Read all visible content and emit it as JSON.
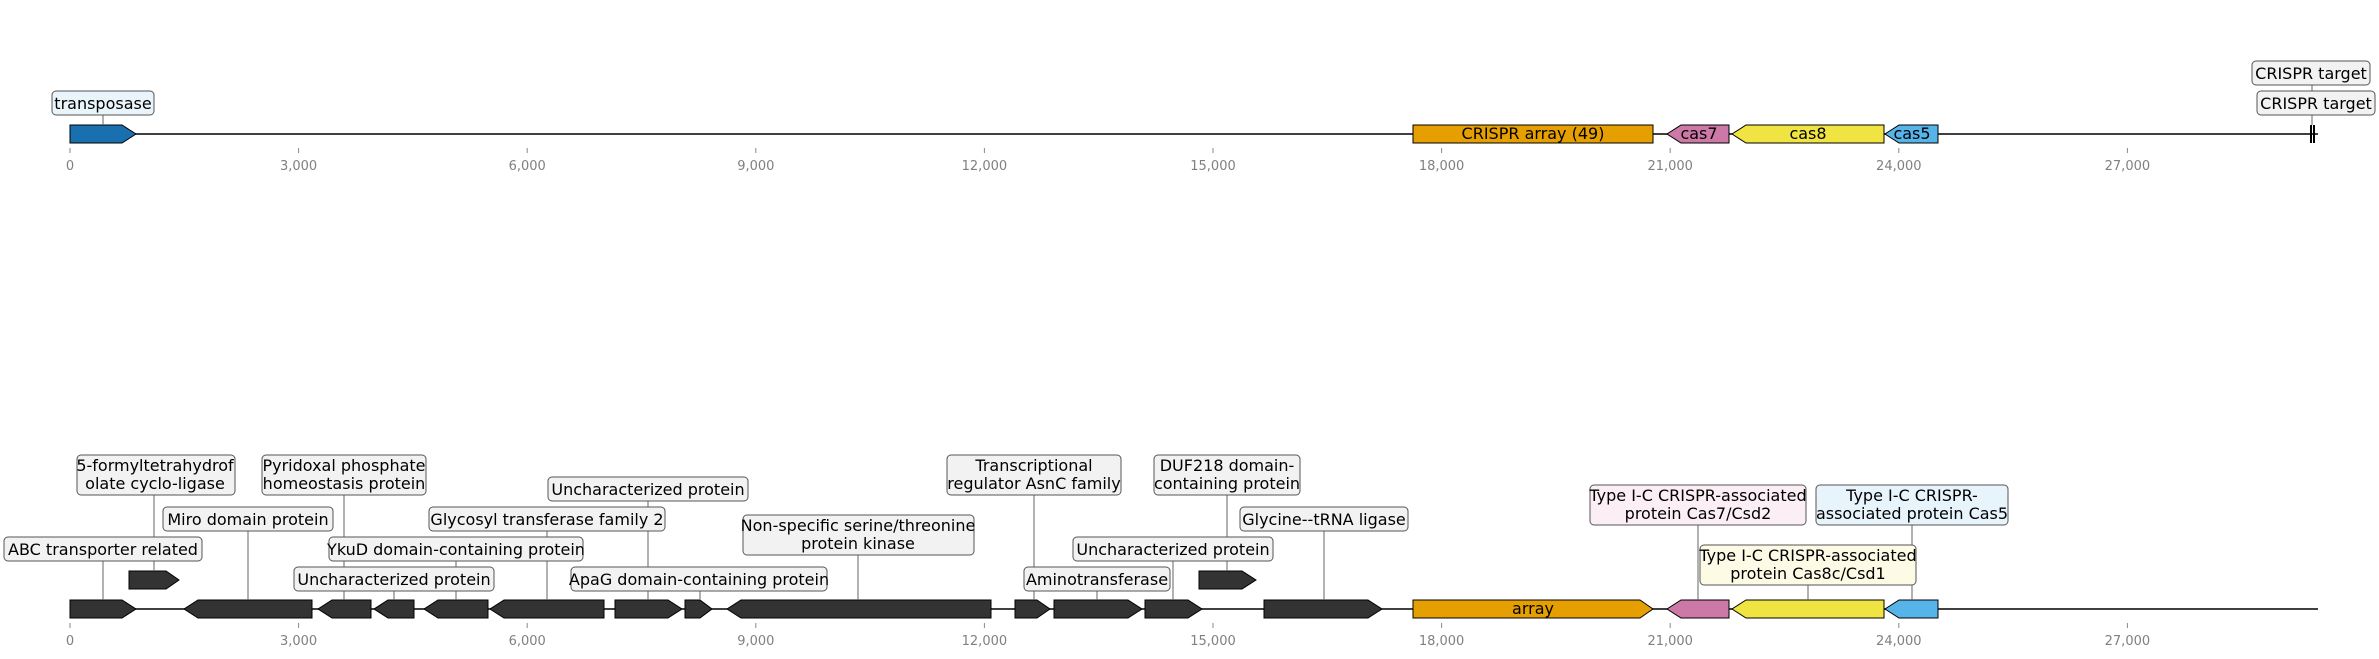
{
  "colors": {
    "dark_gene": "#333333",
    "transposase": "#1a6fae",
    "array": "#e69f00",
    "cas7": "#cc79a7",
    "cas8": "#f0e442",
    "cas5": "#56b4e9"
  },
  "axis_ticks": [
    "0",
    "3,000",
    "6,000",
    "9,000",
    "12,000",
    "15,000",
    "18,000",
    "21,000",
    "24,000",
    "27,000"
  ],
  "top_track": {
    "callouts": [
      {
        "id": "transposase",
        "text": "transposase"
      },
      {
        "id": "crispr-target-1",
        "text": "CRISPR target"
      },
      {
        "id": "crispr-target-2",
        "text": "CRISPR target"
      }
    ],
    "inline_labels": {
      "array": "CRISPR array (49)",
      "cas7": "cas7",
      "cas8": "cas8",
      "cas5": "cas5"
    }
  },
  "bottom_track": {
    "callouts": [
      {
        "id": "abc",
        "lines": [
          "ABC transporter related"
        ]
      },
      {
        "id": "formyl",
        "lines": [
          "5-formyltetrahydrof",
          "olate cyclo-ligase"
        ]
      },
      {
        "id": "miro",
        "lines": [
          "Miro domain protein"
        ]
      },
      {
        "id": "pyridoxal",
        "lines": [
          "Pyridoxal phosphate",
          "homeostasis protein"
        ]
      },
      {
        "id": "unchar-1",
        "lines": [
          "Uncharacterized protein"
        ]
      },
      {
        "id": "ykud",
        "lines": [
          "YkuD domain-containing protein"
        ]
      },
      {
        "id": "glycosyl",
        "lines": [
          "Glycosyl transferase family 2"
        ]
      },
      {
        "id": "unchar-2",
        "lines": [
          "Uncharacterized protein"
        ]
      },
      {
        "id": "apag",
        "lines": [
          "ApaG domain-containing protein"
        ]
      },
      {
        "id": "kinase",
        "lines": [
          "Non-specific serine/threonine",
          "protein kinase"
        ]
      },
      {
        "id": "asnc",
        "lines": [
          "Transcriptional",
          "regulator AsnC family"
        ]
      },
      {
        "id": "aminotransferase",
        "lines": [
          "Aminotransferase"
        ]
      },
      {
        "id": "unchar-3",
        "lines": [
          "Uncharacterized protein"
        ]
      },
      {
        "id": "duf218",
        "lines": [
          "DUF218 domain-",
          "containing protein"
        ]
      },
      {
        "id": "glycine",
        "lines": [
          "Glycine--tRNA ligase"
        ]
      },
      {
        "id": "cas7-full",
        "lines": [
          "Type I-C CRISPR-associated",
          "protein Cas7/Csd2"
        ]
      },
      {
        "id": "cas8-full",
        "lines": [
          "Type I-C CRISPR-associated",
          "protein Cas8c/Csd1"
        ]
      },
      {
        "id": "cas5-full",
        "lines": [
          "Type I-C CRISPR-",
          "associated protein Cas5"
        ]
      }
    ],
    "inline_labels": {
      "array": "array"
    }
  }
}
